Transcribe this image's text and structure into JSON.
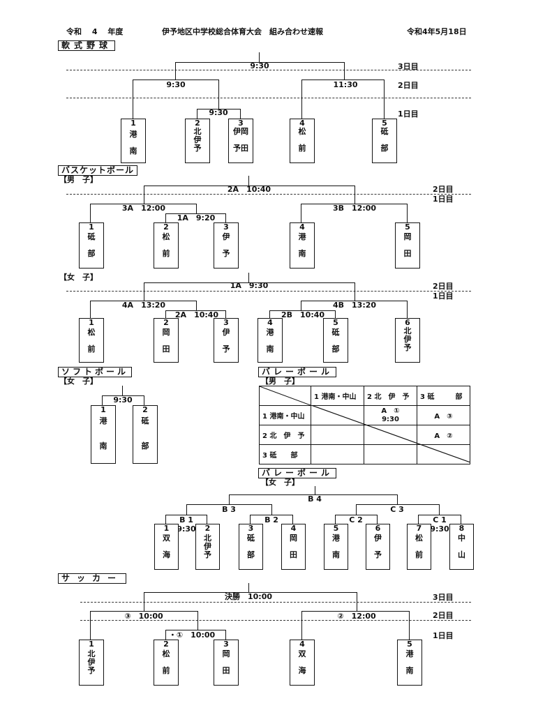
{
  "header": {
    "left": "令和　 4 　年度",
    "center": "伊予地区中学校総合体育大会　組み合わせ速報",
    "right": "令和4年5月18日"
  },
  "days": {
    "d3": "3日目",
    "d2": "2日目",
    "d1": "1日目"
  },
  "softball_m": {
    "title": "軟式野球",
    "t_final": "9:30",
    "t_l": "9:30",
    "t_r": "11:30",
    "t_first": "9:30",
    "teams": [
      {
        "n": "1",
        "name": "港\n\n南"
      },
      {
        "n": "2",
        "name": "北\n伊\n予"
      },
      {
        "n": "3",
        "name": "伊岡\n\n予田"
      },
      {
        "n": "4",
        "name": "松\n\n前"
      },
      {
        "n": "5",
        "name": "砥\n\n部"
      }
    ]
  },
  "basket_m": {
    "title": "バスケットボール",
    "sub": "【男　子】",
    "final": "2A　10:40",
    "l": "3A　12:00",
    "r": "3B　12:00",
    "first": "1A　9:20",
    "teams": [
      {
        "n": "1",
        "name": "砥\n\n部"
      },
      {
        "n": "2",
        "name": "松\n\n前"
      },
      {
        "n": "3",
        "name": "伊\n\n予"
      },
      {
        "n": "4",
        "name": "港\n\n南"
      },
      {
        "n": "5",
        "name": "岡\n\n田"
      }
    ]
  },
  "basket_w": {
    "sub": "【女　子】",
    "final": "1A　9:30",
    "l": "4A　13:20",
    "lf": "2A　10:40",
    "rf": "2B　10:40",
    "r": "4B　13:20",
    "teams": [
      {
        "n": "1",
        "name": "松\n\n前"
      },
      {
        "n": "2",
        "name": "岡\n\n田"
      },
      {
        "n": "3",
        "name": "伊\n\n予"
      },
      {
        "n": "4",
        "name": "港\n\n南"
      },
      {
        "n": "5",
        "name": "砥\n\n部"
      },
      {
        "n": "6",
        "name": "北\n伊\n予"
      }
    ]
  },
  "softball_w": {
    "title": "ソフトボール",
    "sub": "【女　子】",
    "time": "9:30",
    "teams": [
      {
        "n": "1",
        "name": "港\n\n\n南"
      },
      {
        "n": "2",
        "name": "砥\n\n\n部"
      }
    ]
  },
  "volley_m": {
    "title": "バレーボール",
    "sub": "【男　子】",
    "cols": [
      "1 港南・中山",
      "2 北　伊　予",
      "3 砥　　　部"
    ],
    "rows": [
      {
        "label": "1 港南・中山",
        "c2": "A　①\n9:30",
        "c3": "A　③"
      },
      {
        "label": "2 北　伊　予",
        "c3": "A　②"
      },
      {
        "label": "3 砥　　部"
      }
    ]
  },
  "volley_w": {
    "title": "バレーボール",
    "sub": "【女　子】",
    "top": "B 4",
    "b3": "B 3",
    "c3": "C 3",
    "b1": "B 1",
    "b2": "B 2",
    "c2": "C 2",
    "c1": "C 1",
    "t1": "9:30",
    "t2": "9:30",
    "teams": [
      {
        "n": "1",
        "name": "双\n\n海"
      },
      {
        "n": "2",
        "name": "北\n伊\n予"
      },
      {
        "n": "3",
        "name": "砥\n\n部"
      },
      {
        "n": "4",
        "name": "岡\n\n田"
      },
      {
        "n": "5",
        "name": "港\n\n南"
      },
      {
        "n": "6",
        "name": "伊\n\n予"
      },
      {
        "n": "7",
        "name": "松\n\n前"
      },
      {
        "n": "8",
        "name": "中\n\n山"
      }
    ]
  },
  "soccer": {
    "title": "サッカー",
    "final": "決勝　10:00",
    "l": "③　10:00",
    "r": "②　12:00",
    "first": "・①　10:00",
    "teams": [
      {
        "n": "1",
        "name": "北\n伊\n予"
      },
      {
        "n": "2",
        "name": "松\n\n前"
      },
      {
        "n": "3",
        "name": "岡\n\n田"
      },
      {
        "n": "4",
        "name": "双\n\n海"
      },
      {
        "n": "5",
        "name": "港\n\n南"
      }
    ]
  }
}
